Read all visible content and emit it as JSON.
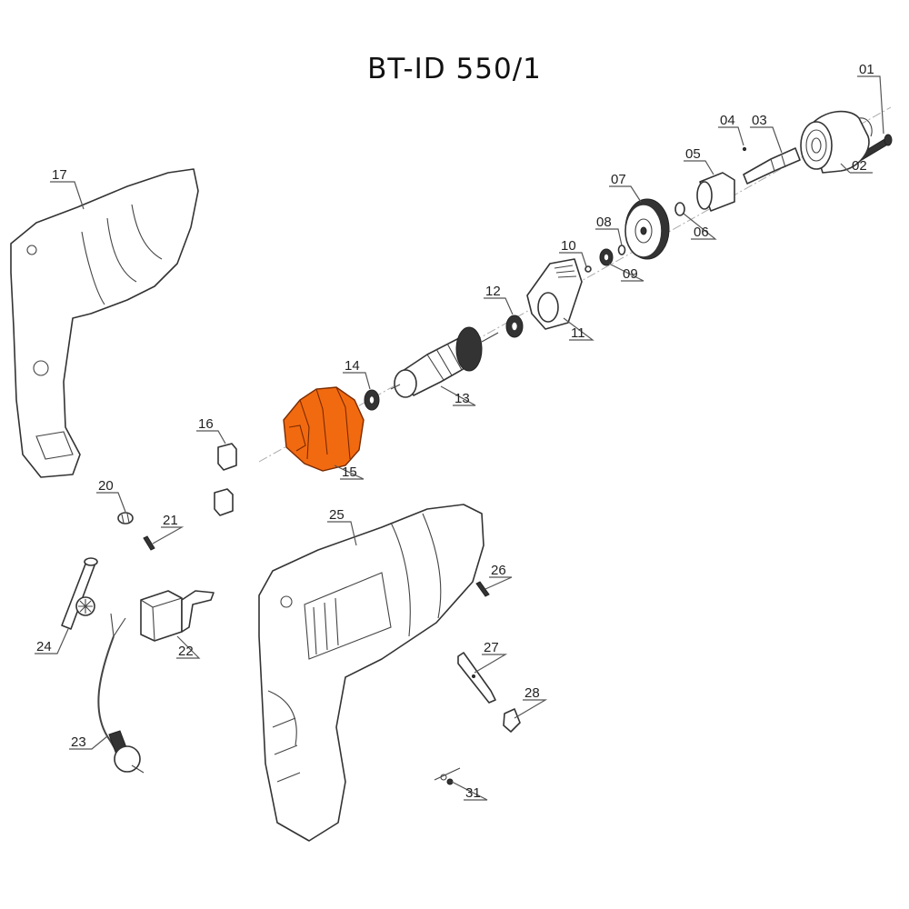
{
  "title": "BT-ID 550/1",
  "highlight_color": "#f26a10",
  "highlighted_part": "15",
  "parts": [
    {
      "id": "01"
    },
    {
      "id": "02"
    },
    {
      "id": "03"
    },
    {
      "id": "04"
    },
    {
      "id": "05"
    },
    {
      "id": "06"
    },
    {
      "id": "07"
    },
    {
      "id": "08"
    },
    {
      "id": "09"
    },
    {
      "id": "10"
    },
    {
      "id": "11"
    },
    {
      "id": "12"
    },
    {
      "id": "13"
    },
    {
      "id": "14"
    },
    {
      "id": "15"
    },
    {
      "id": "16"
    },
    {
      "id": "17"
    },
    {
      "id": "20"
    },
    {
      "id": "21"
    },
    {
      "id": "22"
    },
    {
      "id": "23"
    },
    {
      "id": "24"
    },
    {
      "id": "25"
    },
    {
      "id": "26"
    },
    {
      "id": "27"
    },
    {
      "id": "28"
    },
    {
      "id": "31"
    }
  ]
}
